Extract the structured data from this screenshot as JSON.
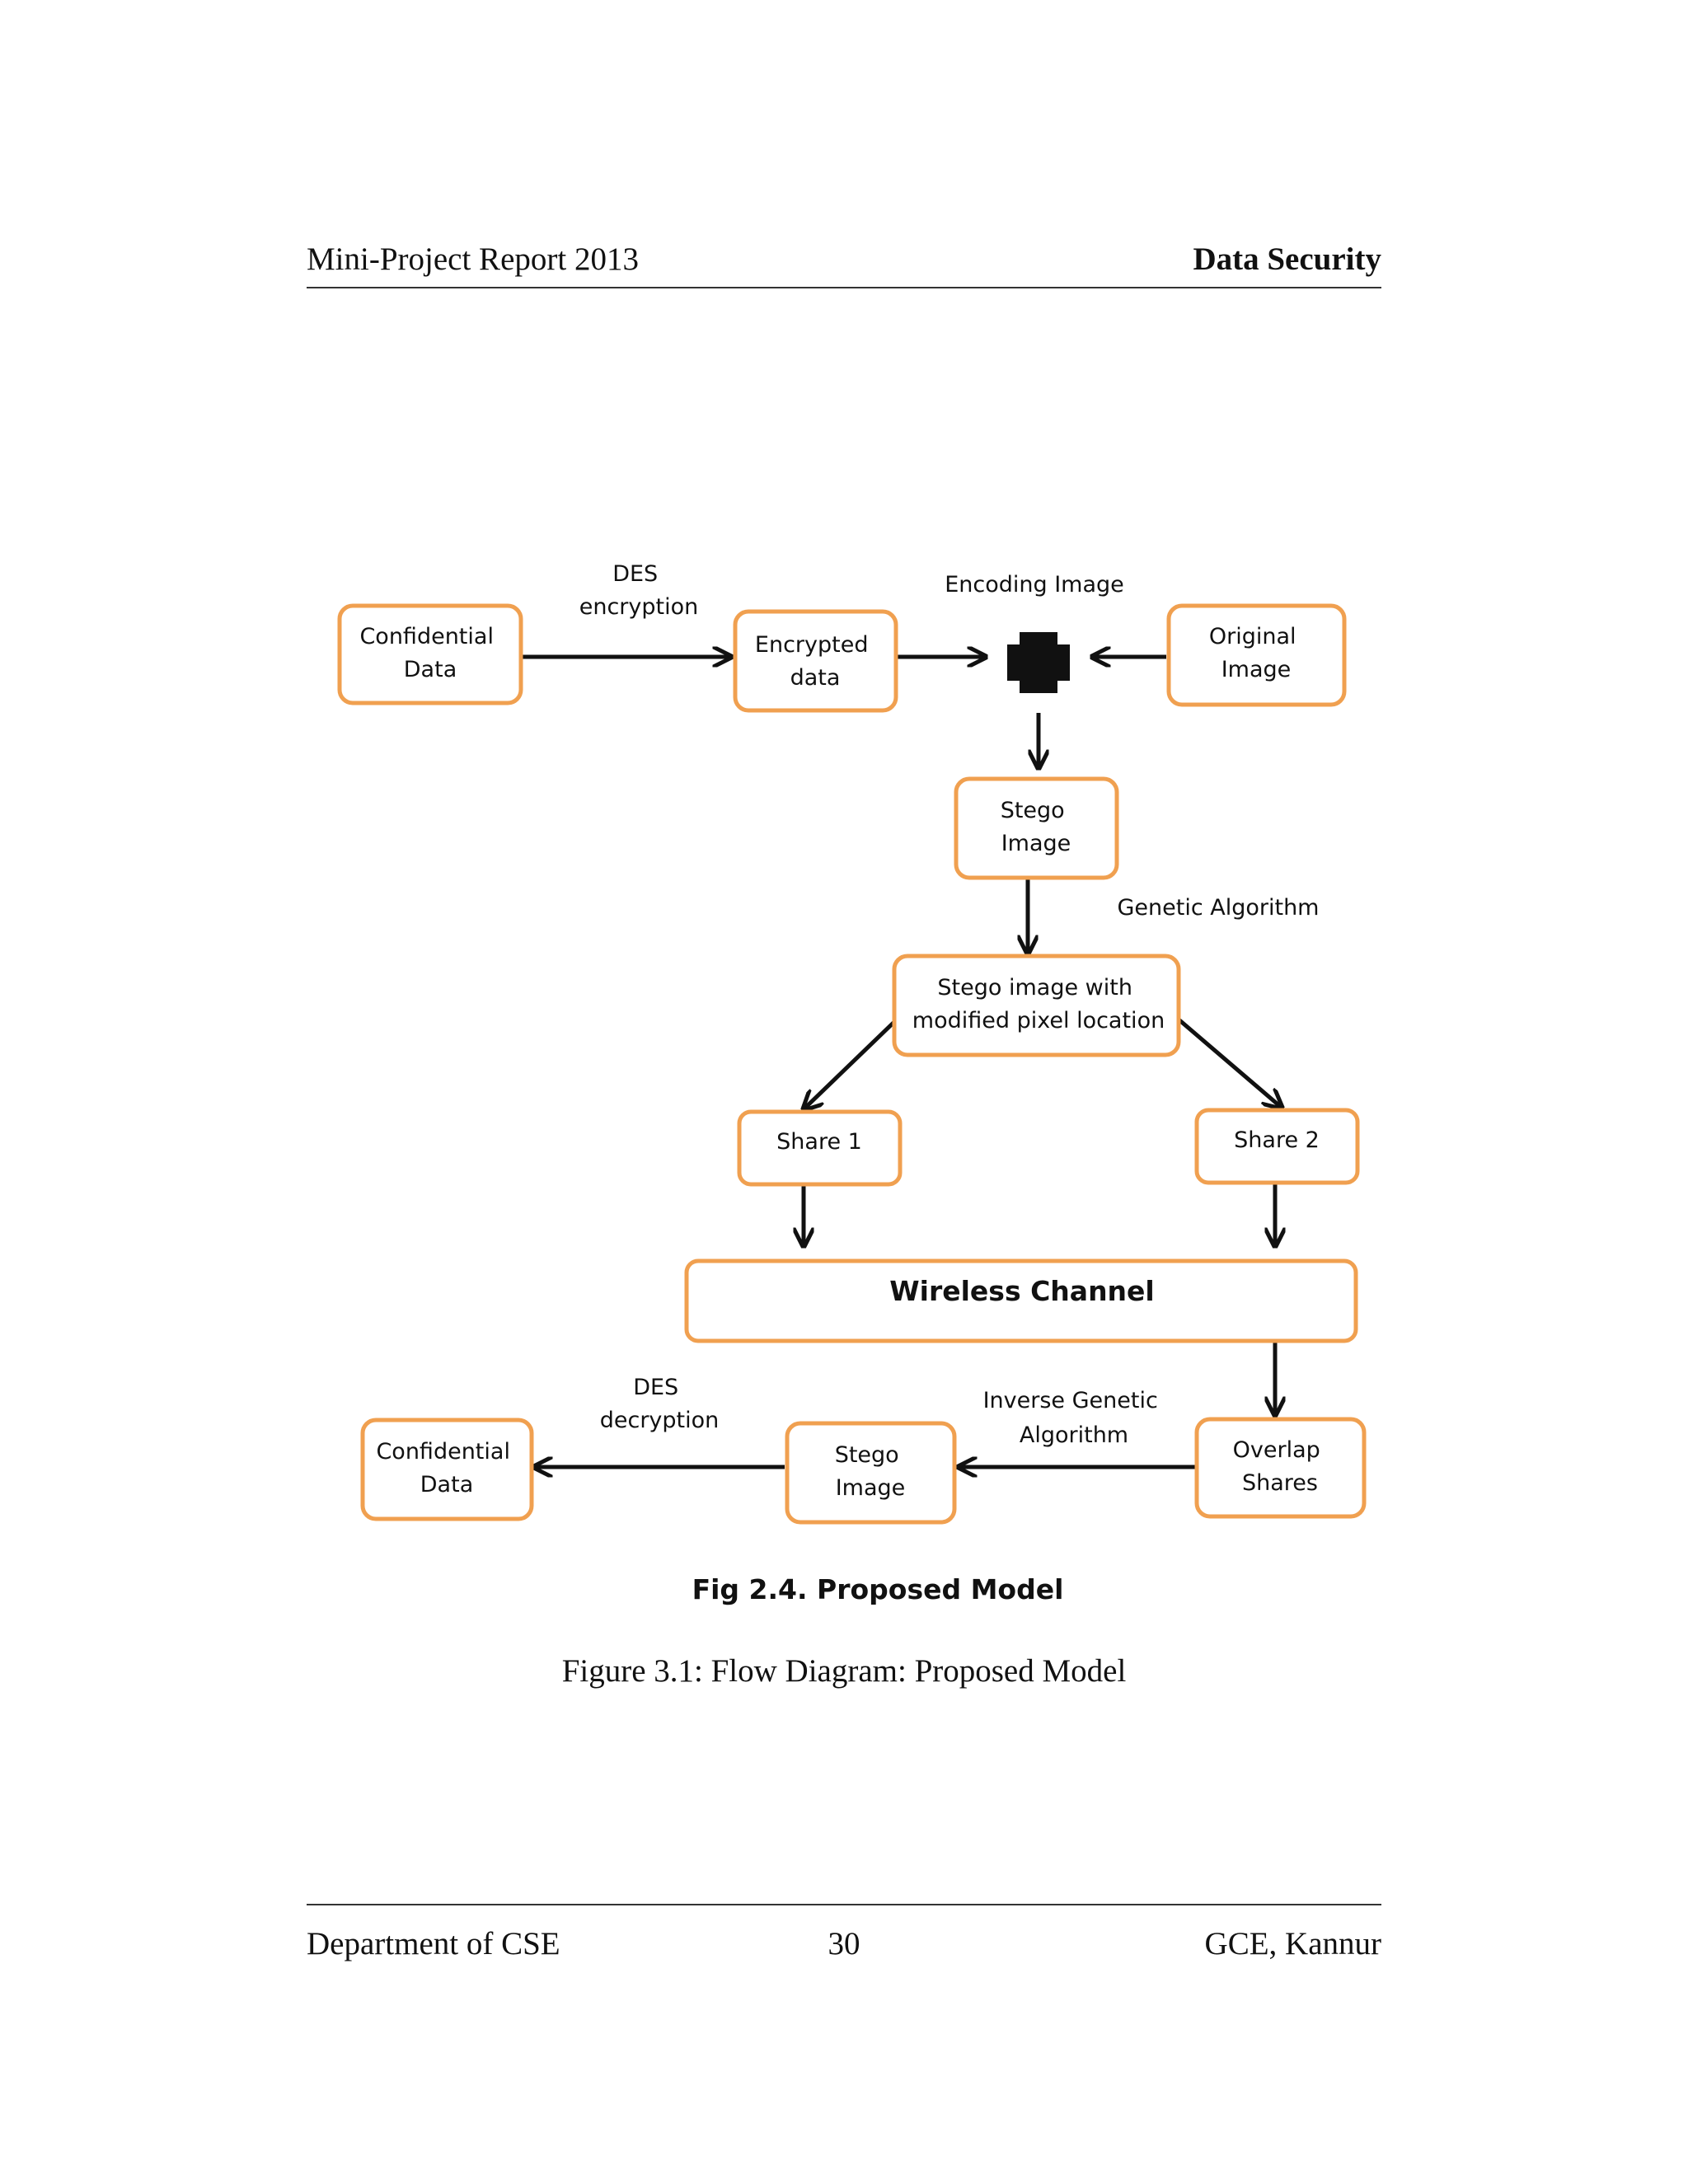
{
  "header": {
    "left": "Mini-Project Report 2013",
    "right": "Data Security"
  },
  "diagram": {
    "boxes": {
      "confidential_data_top": [
        "Confidential",
        "Data"
      ],
      "encrypted_data": [
        "Encrypted",
        "data"
      ],
      "original_image": [
        "Original",
        "Image"
      ],
      "stego_image_top": [
        "Stego",
        "Image"
      ],
      "stego_modified": [
        "Stego image with",
        "modified pixel location"
      ],
      "share1": [
        "Share 1"
      ],
      "share2": [
        "Share 2"
      ],
      "wireless_channel": [
        "Wireless Channel"
      ],
      "overlap_shares": [
        "Overlap",
        "Shares"
      ],
      "stego_image_bottom": [
        "Stego",
        "Image"
      ],
      "confidential_data_bottom": [
        "Confidential",
        "Data"
      ]
    },
    "labels": {
      "des_encryption": [
        "DES",
        "encryption"
      ],
      "encoding_image": [
        "Encoding Image"
      ],
      "genetic_algorithm": [
        "Genetic Algorithm"
      ],
      "des_decryption": [
        "DES",
        "decryption"
      ],
      "inverse_genetic": [
        "Inverse Genetic",
        "Algorithm"
      ]
    },
    "inner_caption": "Fig 2.4.  Proposed Model"
  },
  "figure_caption": "Figure 3.1: Flow Diagram: Proposed Model",
  "footer": {
    "left": "Department of CSE",
    "center": "30",
    "right": "GCE, Kannur"
  }
}
